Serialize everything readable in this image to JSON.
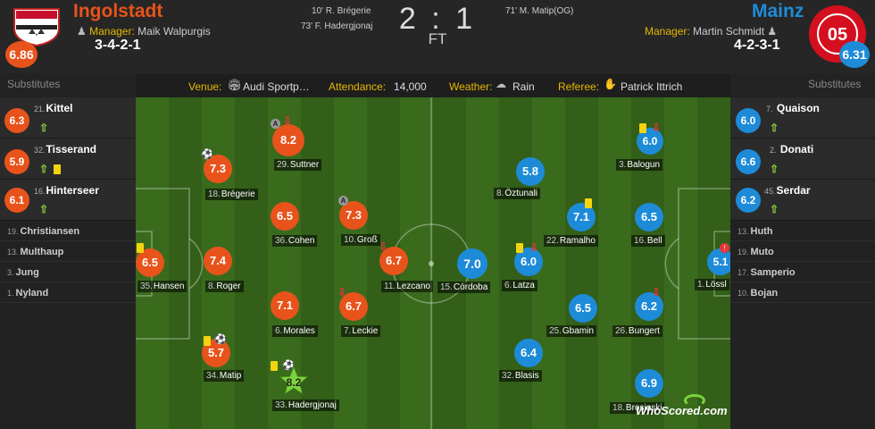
{
  "home": {
    "name": "Ingolstadt",
    "manager_label": "Manager:",
    "manager": "Maik Walpurgis",
    "formation": "3-4-2-1",
    "rating": "6.86",
    "color": "#e8531b"
  },
  "away": {
    "name": "Mainz",
    "manager_label": "Manager:",
    "manager": "Martin Schmidt",
    "formation": "4-2-3-1",
    "rating": "6.31",
    "color": "#1e8bd8"
  },
  "score": "2 : 1",
  "status": "FT",
  "goals_home": [
    "10' R. Brégerie",
    "73' F. Hadergjonaj"
  ],
  "goals_away": [
    "71' M. Matip(OG)"
  ],
  "info": {
    "venue_label": "Venue:",
    "venue": "Audi Sportp…",
    "attendance_label": "Attendance:",
    "attendance": "14,000",
    "weather_label": "Weather:",
    "weather": "Rain",
    "referee_label": "Referee:",
    "referee": "Patrick Ittrich"
  },
  "substitutes_label": "Substitutes",
  "home_subs": [
    {
      "num": "21.",
      "name": "Kittel",
      "rating": "6.3"
    },
    {
      "num": "32.",
      "name": "Tisserand",
      "rating": "5.9"
    },
    {
      "num": "16.",
      "name": "Hinterseer",
      "rating": "6.1"
    },
    {
      "num": "19.",
      "name": "Christiansen"
    },
    {
      "num": "13.",
      "name": "Multhaup"
    },
    {
      "num": "3.",
      "name": "Jung"
    },
    {
      "num": "1.",
      "name": "Nyland"
    }
  ],
  "away_subs": [
    {
      "num": "7.",
      "name": "Quaison",
      "rating": "6.0"
    },
    {
      "num": "2.",
      "name": "Donati",
      "rating": "6.6"
    },
    {
      "num": "45.",
      "name": "Serdar",
      "rating": "6.2"
    },
    {
      "num": "13.",
      "name": "Huth"
    },
    {
      "num": "19.",
      "name": "Muto"
    },
    {
      "num": "17.",
      "name": "Samperio"
    },
    {
      "num": "10.",
      "name": "Bojan"
    }
  ],
  "home_players": [
    {
      "num": "35.",
      "name": "Hansen",
      "rating": "6.5"
    },
    {
      "num": "18.",
      "name": "Brégerie",
      "rating": "7.3"
    },
    {
      "num": "8.",
      "name": "Roger",
      "rating": "7.4"
    },
    {
      "num": "34.",
      "name": "Matip",
      "rating": "5.7"
    },
    {
      "num": "29.",
      "name": "Suttner",
      "rating": "8.2"
    },
    {
      "num": "36.",
      "name": "Cohen",
      "rating": "6.5"
    },
    {
      "num": "6.",
      "name": "Morales",
      "rating": "7.1"
    },
    {
      "num": "33.",
      "name": "Hadergjonaj",
      "rating": "8.2"
    },
    {
      "num": "10.",
      "name": "Groß",
      "rating": "7.3"
    },
    {
      "num": "7.",
      "name": "Leckie",
      "rating": "6.7"
    },
    {
      "num": "11.",
      "name": "Lezcano",
      "rating": "6.7"
    }
  ],
  "away_players": [
    {
      "num": "1.",
      "name": "Lössl",
      "rating": "5.1"
    },
    {
      "num": "3.",
      "name": "Balogun",
      "rating": "6.0"
    },
    {
      "num": "16.",
      "name": "Bell",
      "rating": "6.5"
    },
    {
      "num": "26.",
      "name": "Bungert",
      "rating": "6.2"
    },
    {
      "num": "18.",
      "name": "Brosinski",
      "rating": "6.9"
    },
    {
      "num": "22.",
      "name": "Ramalho",
      "rating": "7.1"
    },
    {
      "num": "25.",
      "name": "Gbamin",
      "rating": "6.5"
    },
    {
      "num": "8.",
      "name": "Öztunali",
      "rating": "5.8"
    },
    {
      "num": "6.",
      "name": "Latza",
      "rating": "6.0"
    },
    {
      "num": "32.",
      "name": "Blasis",
      "rating": "6.4"
    },
    {
      "num": "15.",
      "name": "Córdoba",
      "rating": "7.0"
    }
  ],
  "watermark": "WhoScored.com"
}
